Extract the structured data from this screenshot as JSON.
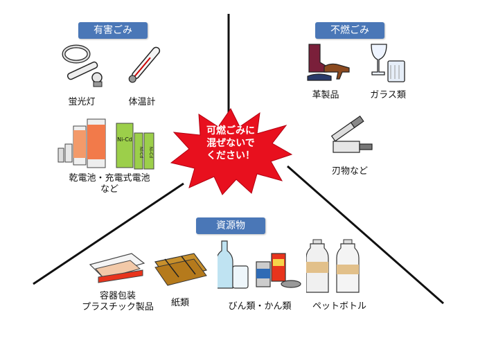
{
  "center_warning": {
    "line1": "可燃ごみに",
    "line2": "混ぜないで",
    "line3": "ください！"
  },
  "hazardous": {
    "header": "有害ごみ",
    "items": [
      {
        "label": "蛍光灯"
      },
      {
        "label": "体温計"
      },
      {
        "label_line1": "乾電池・充電式電池",
        "label_line2": "など"
      }
    ]
  },
  "nonburnable": {
    "header": "不燃ごみ",
    "items": [
      {
        "label": "革製品"
      },
      {
        "label": "ガラス類"
      },
      {
        "label": "刃物など"
      }
    ]
  },
  "resources": {
    "header": "資源物",
    "items": [
      {
        "label_line1": "容器包装",
        "label_line2": "プラスチック製品"
      },
      {
        "label": "紙類"
      },
      {
        "label": "びん類・かん類"
      },
      {
        "label": "ペットボトル"
      }
    ]
  },
  "battery_marks": {
    "nicd": "Ni-Cd"
  },
  "colors": {
    "accent": "#4a77b7",
    "burst": "#e8101e"
  }
}
